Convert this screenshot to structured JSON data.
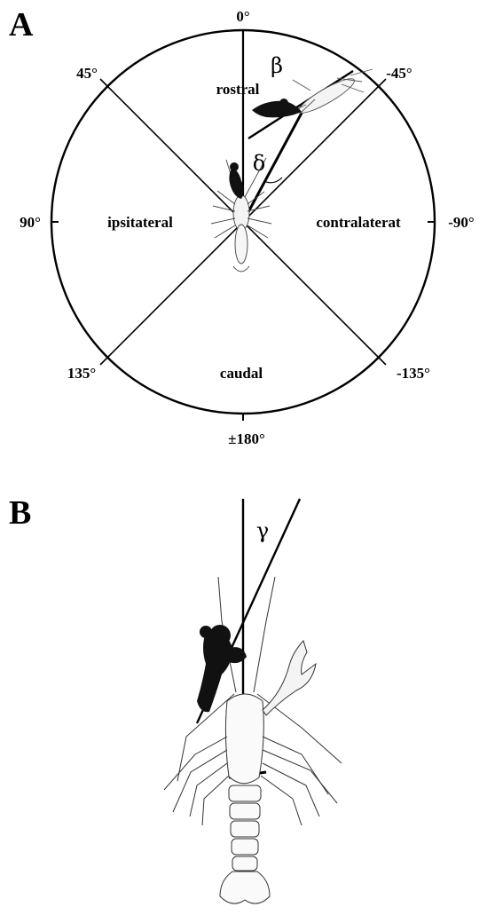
{
  "panel_a": {
    "label": "A",
    "angles": {
      "top": "0°",
      "top_left": "45°",
      "top_right": "-45°",
      "left": "90°",
      "right": "-90°",
      "bottom_left": "135°",
      "bottom_right": "-135°",
      "bottom": "±180°"
    },
    "regions": {
      "rostral": "rostral",
      "ipsilateral": "ipsitateral",
      "contralateral": "contralaterat",
      "caudal": "caudal"
    },
    "symbols": {
      "beta": "β",
      "delta": "δ"
    }
  },
  "panel_b": {
    "label": "B",
    "symbols": {
      "gamma": "γ"
    }
  }
}
